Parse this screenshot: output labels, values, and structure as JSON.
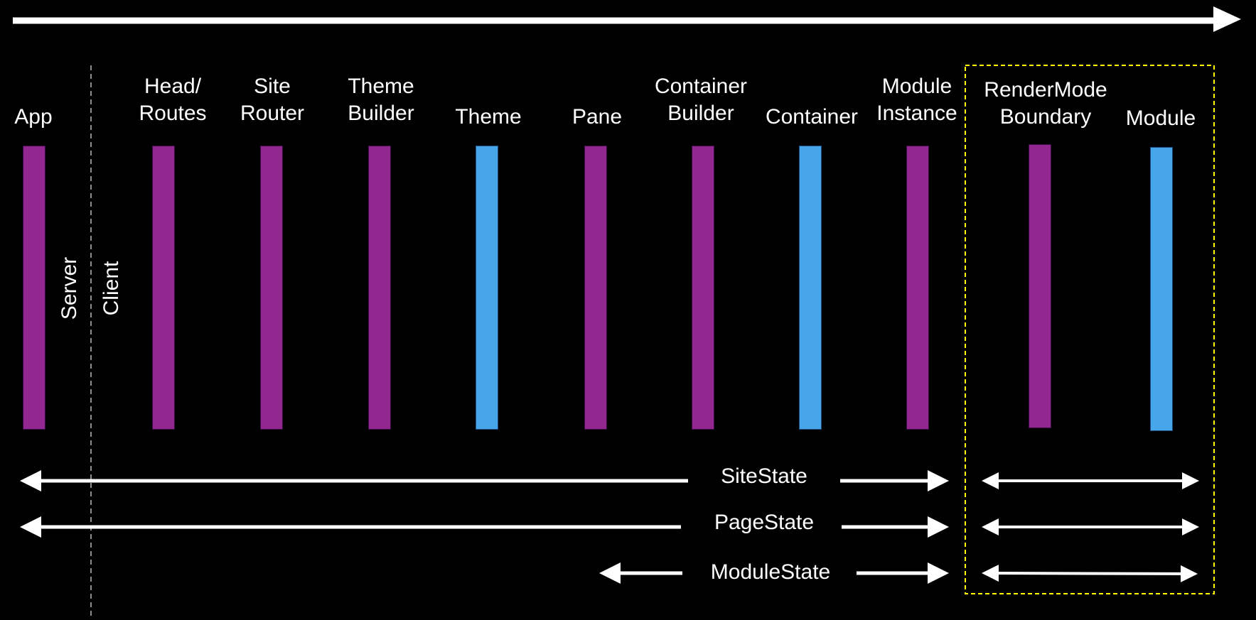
{
  "components": [
    {
      "id": "app",
      "label": "App",
      "kind": "client"
    },
    {
      "id": "head-routes",
      "label": "Head/\nRoutes",
      "kind": "client"
    },
    {
      "id": "site-router",
      "label": "Site\nRouter",
      "kind": "client"
    },
    {
      "id": "theme-builder",
      "label": "Theme\nBuilder",
      "kind": "client"
    },
    {
      "id": "theme",
      "label": "Theme",
      "kind": "ui"
    },
    {
      "id": "pane",
      "label": "Pane",
      "kind": "client"
    },
    {
      "id": "container-builder",
      "label": "Container\nBuilder",
      "kind": "client"
    },
    {
      "id": "container",
      "label": "Container",
      "kind": "ui"
    },
    {
      "id": "module-instance",
      "label": "Module\nInstance",
      "kind": "client"
    },
    {
      "id": "rendermode-boundary",
      "label": "RenderMode\nBoundary",
      "kind": "client"
    },
    {
      "id": "module",
      "label": "Module",
      "kind": "ui"
    }
  ],
  "regions": {
    "server_label": "Server",
    "client_label": "Client"
  },
  "states": [
    {
      "id": "site-state",
      "label": "SiteState"
    },
    {
      "id": "page-state",
      "label": "PageState"
    },
    {
      "id": "module-state",
      "label": "ModuleState"
    }
  ],
  "colors": {
    "background": "#000000",
    "client_component": "#92278f",
    "ui_component": "#47a5ea",
    "arrows": "#ffffff",
    "divider": "#bfbfbf",
    "boundary_box": "#ffff00"
  }
}
